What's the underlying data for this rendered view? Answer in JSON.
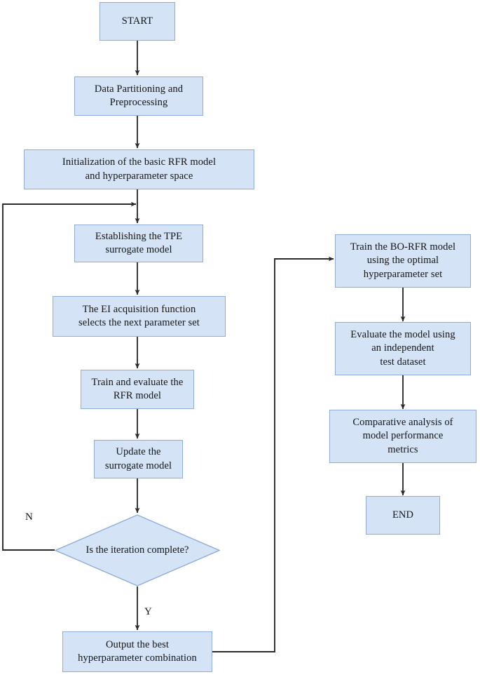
{
  "diagram": {
    "title": "Bayesian-Optimized Random Forest Regression (BO-RFR) workflow flowchart",
    "type": "flowchart",
    "colors": {
      "node_fill": "#d5e3f6",
      "node_border": "#8fadd8",
      "connector": "#2b2b2b",
      "text": "#141414",
      "background": "#ffffff"
    },
    "nodes": [
      {
        "id": "start",
        "shape": "process",
        "label": "START"
      },
      {
        "id": "data_prep",
        "shape": "process",
        "label": "Data Partitioning and\nPreprocessing"
      },
      {
        "id": "init",
        "shape": "process",
        "label": "Initialization of the basic RFR model\nand hyperparameter space"
      },
      {
        "id": "tpe",
        "shape": "process",
        "label": "Establishing the TPE\nsurrogate model"
      },
      {
        "id": "ei",
        "shape": "process",
        "label": "The EI acquisition function\nselects the next parameter set"
      },
      {
        "id": "train_eval",
        "shape": "process",
        "label": "Train and evaluate the\nRFR model"
      },
      {
        "id": "update",
        "shape": "process",
        "label": "Update the\nsurrogate model"
      },
      {
        "id": "decision",
        "shape": "decision",
        "label": "Is the iteration complete?"
      },
      {
        "id": "output_best",
        "shape": "process",
        "label": "Output the best\nhyperparameter combination"
      },
      {
        "id": "train_borfr",
        "shape": "process",
        "label": "Train the BO-RFR model\nusing the optimal\nhyperparameter set"
      },
      {
        "id": "evaluate",
        "shape": "process",
        "label": "Evaluate the model using\nan independent\ntest dataset"
      },
      {
        "id": "comparative",
        "shape": "process",
        "label": "Comparative analysis of\nmodel performance\nmetrics"
      },
      {
        "id": "end",
        "shape": "process",
        "label": "END"
      }
    ],
    "branch_labels": {
      "no": "N",
      "yes": "Y"
    },
    "edges": [
      {
        "from": "start",
        "to": "data_prep",
        "label": ""
      },
      {
        "from": "data_prep",
        "to": "init",
        "label": ""
      },
      {
        "from": "init",
        "to": "tpe",
        "label": ""
      },
      {
        "from": "tpe",
        "to": "ei",
        "label": ""
      },
      {
        "from": "ei",
        "to": "train_eval",
        "label": ""
      },
      {
        "from": "train_eval",
        "to": "update",
        "label": ""
      },
      {
        "from": "update",
        "to": "decision",
        "label": ""
      },
      {
        "from": "decision",
        "to": "tpe",
        "label": "N"
      },
      {
        "from": "decision",
        "to": "output_best",
        "label": "Y"
      },
      {
        "from": "output_best",
        "to": "train_borfr",
        "label": ""
      },
      {
        "from": "train_borfr",
        "to": "evaluate",
        "label": ""
      },
      {
        "from": "evaluate",
        "to": "comparative",
        "label": ""
      },
      {
        "from": "comparative",
        "to": "end",
        "label": ""
      }
    ]
  }
}
